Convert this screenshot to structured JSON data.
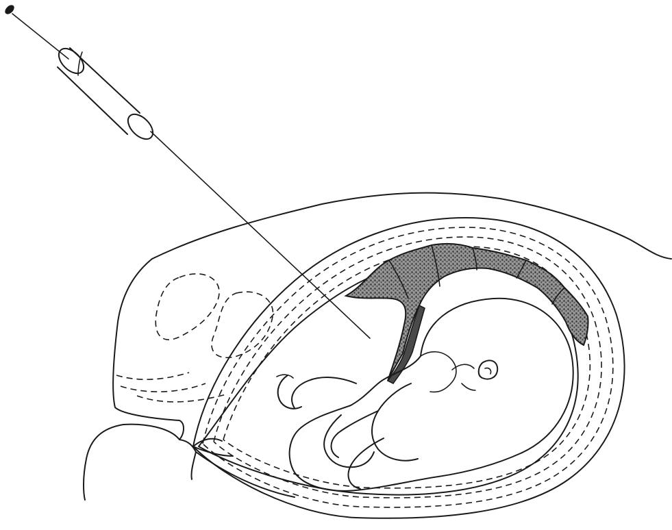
{
  "figure": {
    "colors": {
      "ink": "#1a1a1a",
      "placenta": "#4a4a4a",
      "background": "#ffffff"
    },
    "components": [
      "needle",
      "syringe",
      "maternal-abdomen",
      "bladder",
      "uterine-wall",
      "placenta",
      "umbilical-cord",
      "fetus",
      "cervix"
    ]
  }
}
